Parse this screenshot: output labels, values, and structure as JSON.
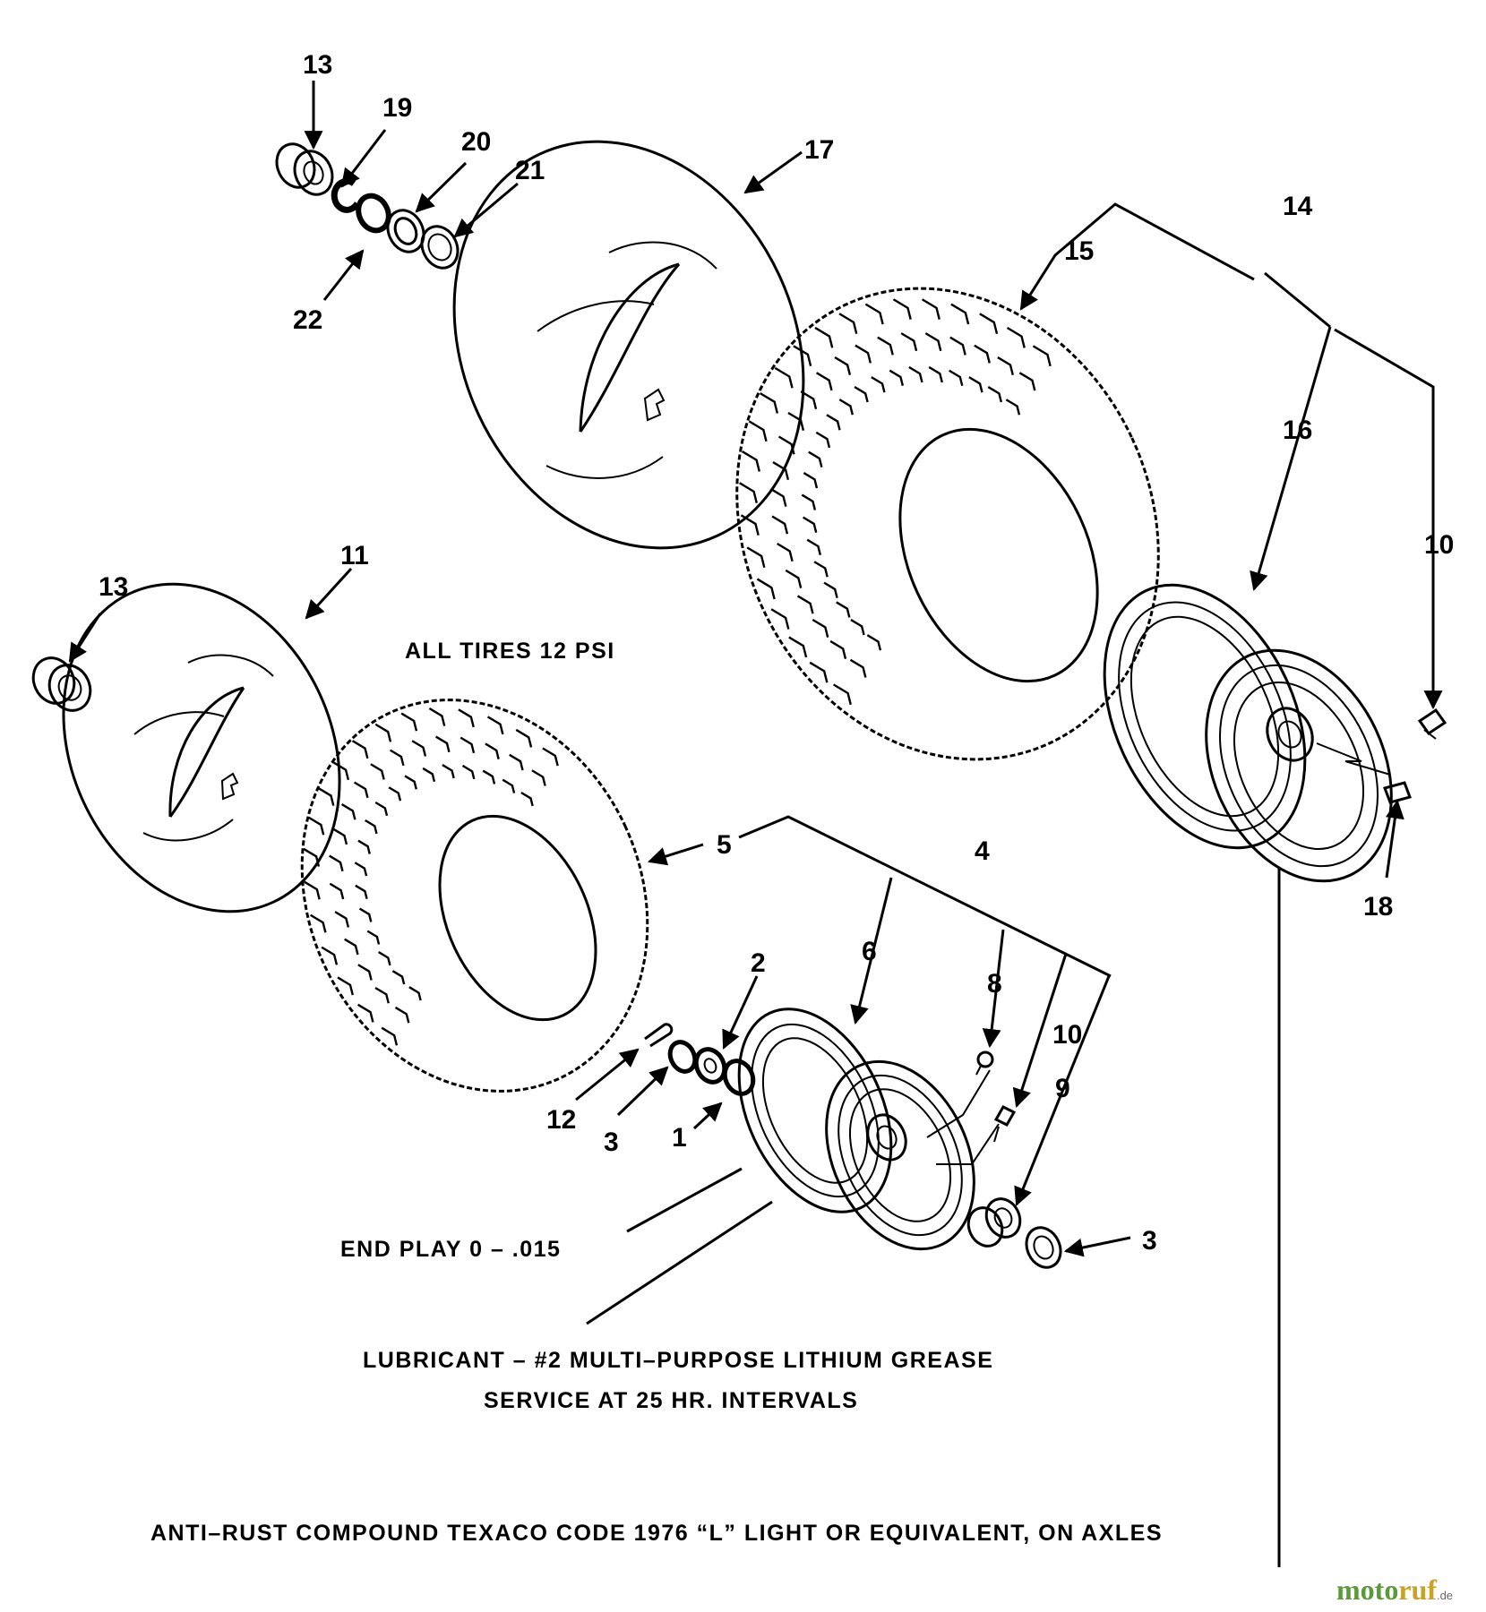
{
  "callouts": {
    "c13a": "13",
    "c19": "19",
    "c20": "20",
    "c21": "21",
    "c22": "22",
    "c17": "17",
    "c14": "14",
    "c15": "15",
    "c16": "16",
    "c10a": "10",
    "c18": "18",
    "c13b": "13",
    "c11": "11",
    "c5": "5",
    "c4": "4",
    "c6": "6",
    "c2": "2",
    "c8": "8",
    "c10b": "10",
    "c9": "9",
    "c12": "12",
    "c3a": "3",
    "c1": "1",
    "c3b": "3"
  },
  "notes": {
    "tire_pressure": "ALL TIRES 12 PSI",
    "end_play": "END PLAY 0 – .015",
    "lubricant": "LUBRICANT – #2 MULTI–PURPOSE LITHIUM GREASE",
    "service": "SERVICE AT 25 HR. INTERVALS",
    "anti_rust": "ANTI–RUST COMPOUND  TEXACO CODE 1976 “L” LIGHT OR EQUIVALENT, ON AXLES"
  },
  "watermark": {
    "part1": "moto",
    "part2": "ruf",
    "suffix": ".de"
  }
}
